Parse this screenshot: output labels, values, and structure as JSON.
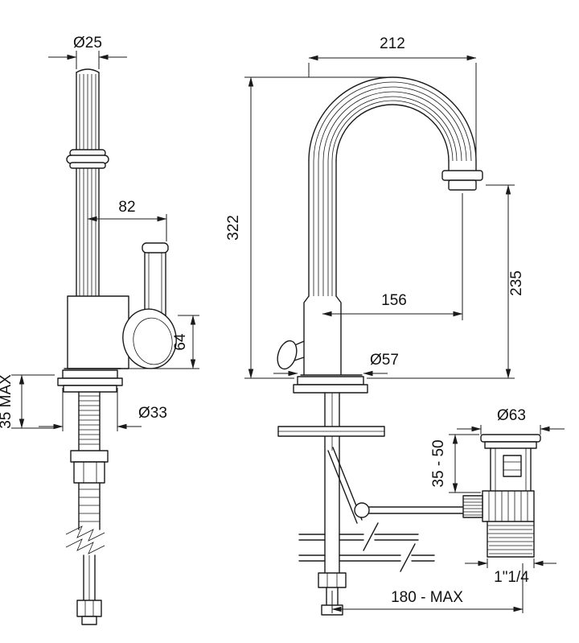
{
  "dims": {
    "spout_diameter": "Ø25",
    "spout_reach": "212",
    "handle_offset": "82",
    "overall_height": "322",
    "outlet_height": "235",
    "outlet_reach": "156",
    "base_diameter": "Ø57",
    "body_height": "64",
    "shank_diameter": "Ø33",
    "deck_max": "35 MAX",
    "drain_flange_diameter": "Ø63",
    "drain_deck_range": "35 - 50",
    "drain_thread": "1\"1/4",
    "drain_distance_max": "180 - MAX"
  },
  "colors": {
    "line": "#1a1a1a",
    "background": "#ffffff"
  }
}
